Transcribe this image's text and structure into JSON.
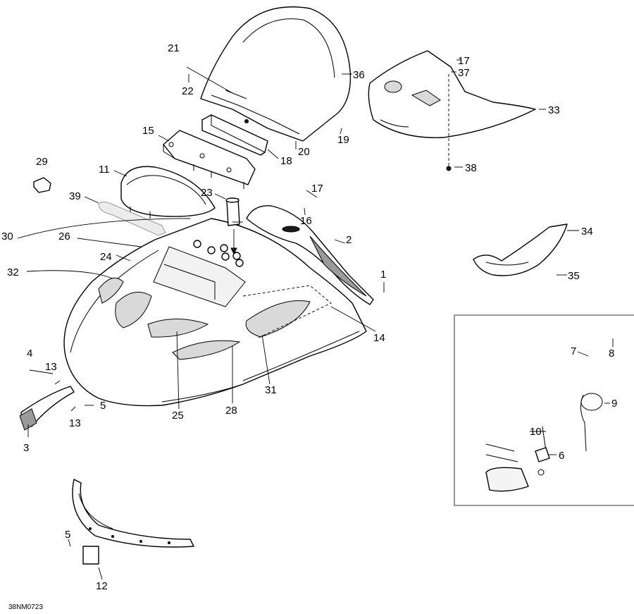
{
  "diagram": {
    "reference_code": "38NM0723",
    "callouts": {
      "c1": "1",
      "c2": "2",
      "c3": "3",
      "c4": "4",
      "c5a": "5",
      "c5b": "5",
      "c6": "6",
      "c7": "7",
      "c8": "8",
      "c9": "9",
      "c10": "10",
      "c11": "11",
      "c12": "12",
      "c13a": "13",
      "c13b": "13",
      "c14": "14",
      "c15": "15",
      "c16": "16",
      "c17a": "17",
      "c17b": "17",
      "c18": "18",
      "c19": "19",
      "c20": "20",
      "c21": "21",
      "c22": "22",
      "c23": "23",
      "c24": "24",
      "c25": "25",
      "c26": "26",
      "c28": "28",
      "c29": "29",
      "c30": "30",
      "c31": "31",
      "c32": "32",
      "c33": "33",
      "c34": "34",
      "c35": "35",
      "c36": "36",
      "c37": "37",
      "c38": "38",
      "c39": "39"
    }
  }
}
